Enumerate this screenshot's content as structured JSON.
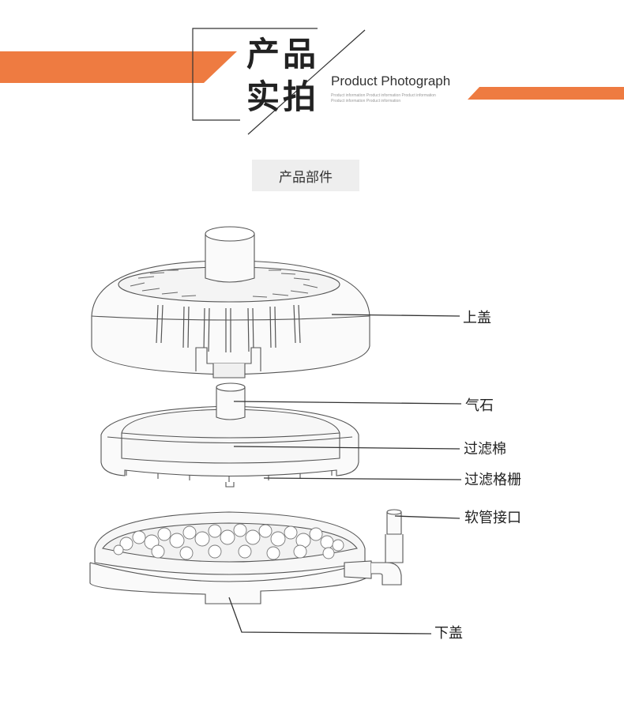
{
  "header": {
    "title_line1": "产品",
    "title_line2": "实拍",
    "en_title": "Product Photograph",
    "en_sub_line1": "Product information Product information Product information",
    "en_sub_line2": "Product information Product information",
    "accent_color": "#ee7b41"
  },
  "section_badge": "产品部件",
  "parts": {
    "top_cover": "上盖",
    "air_stone": "气石",
    "filter_cotton": "过滤棉",
    "filter_grid": "过滤格栅",
    "hose_connector": "软管接口",
    "bottom_cover": "下盖"
  }
}
